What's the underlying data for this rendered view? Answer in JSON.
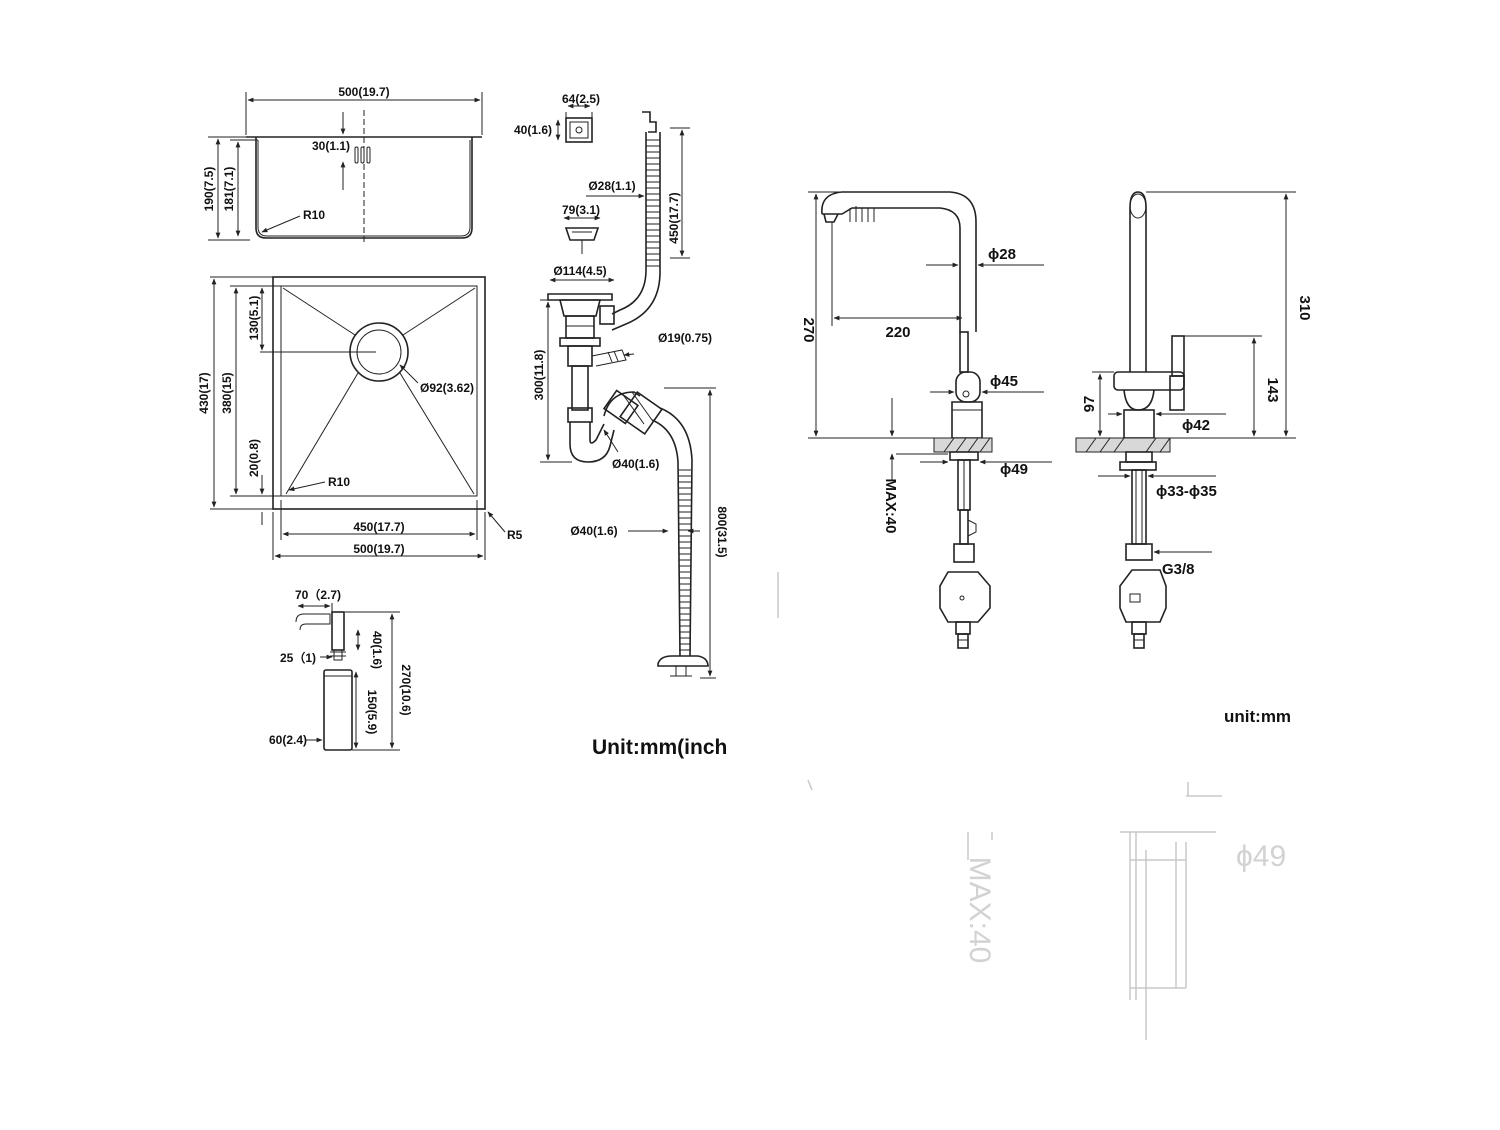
{
  "units": {
    "left": "Unit:mm(inch",
    "right": "unit:mm"
  },
  "sink_side": {
    "width": "500(19.7)",
    "hole_offset": "30(1.1)",
    "height_outer": "190(7.5)",
    "height_inner": "181(7.1)",
    "radius": "R10"
  },
  "sink_top": {
    "drain_offset": "130(5.1)",
    "outer_depth": "430(17)",
    "inner_depth": "380(15)",
    "rim": "20(0.8)",
    "drain_diameter": "Ø92(3.62)",
    "corner_radius": "R10",
    "inner_width": "450(17.7)",
    "outer_width": "500(19.7)",
    "edge_radius": "R5"
  },
  "overflow": {
    "width": "64(2.5)",
    "height": "40(1.6)",
    "hose_diameter": "Ø28(1.1)",
    "hose_length": "450(17.7)"
  },
  "strainer": {
    "width": "79(3.1)",
    "flange": "Ø114(4.5)",
    "side_port": "Ø19(0.75)",
    "trap_height": "300(11.8)",
    "trap_diameter": "Ø40(1.6)",
    "hose_diameter": "Ø40(1.6)",
    "hose_length": "800(31.5)"
  },
  "dispenser": {
    "spout": "70（2.7)",
    "neck": "25（1)",
    "head": "40(1.6)",
    "total": "270(10.6)",
    "bottle": "150(5.9)",
    "bottle_diameter": "60(2.4)"
  },
  "faucet_front": {
    "height": "270",
    "reach": "220",
    "pipe": "ϕ28",
    "body": "ϕ45",
    "base": "ϕ49",
    "max_deck": "MAX:40"
  },
  "faucet_side": {
    "height": "310",
    "lever_height": "143",
    "body_height": "97",
    "base": "ϕ42",
    "shank": "ϕ33-ϕ35",
    "thread": "G3/8"
  },
  "ghost_reflection": {
    "max_deck": "MAX:40",
    "base": "ϕ49"
  }
}
